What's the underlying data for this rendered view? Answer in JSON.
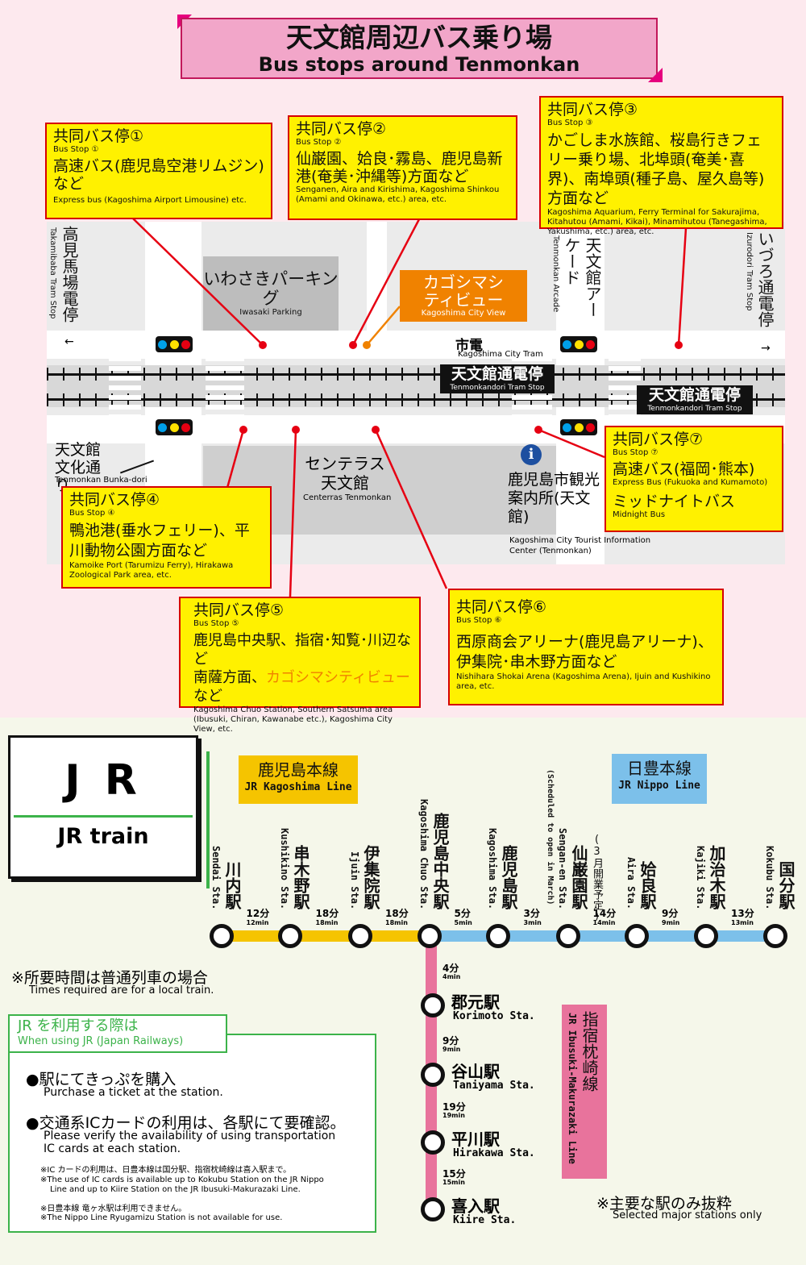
{
  "title": {
    "jp": "天文館周辺バス乗り場",
    "en": "Bus stops around Tenmonkan"
  },
  "bus_stops": [
    {
      "id": "1",
      "heading": "共同バス停①",
      "sub": "Bus Stop ①",
      "main": "高速バス(鹿児島空港リムジン)など",
      "en": "Express bus (Kagoshima Airport Limousine) etc."
    },
    {
      "id": "2",
      "heading": "共同バス停②",
      "sub": "Bus Stop ②",
      "main": "仙巌園、姶良･霧島、鹿児島新港(奄美･沖縄等)方面など",
      "en": "Senganen, Aira and Kirishima, Kagoshima Shinkou (Amami and Okinawa, etc.) area, etc."
    },
    {
      "id": "3",
      "heading": "共同バス停③",
      "sub": "Bus Stop ③",
      "main": "かごしま水族館、桜島行きフェリー乗り場、北埠頭(奄美･喜界)、南埠頭(種子島、屋久島等)方面など",
      "en": "Kagoshima Aquarium, Ferry Terminal for Sakurajima, Kitahutou (Amami, Kikai), Minamihutou (Tanegashima, Yakushima, etc.) area, etc."
    },
    {
      "id": "4",
      "heading": "共同バス停④",
      "sub": "Bus Stop ④",
      "main": "鴨池港(垂水フェリー)、平川動物公園方面など",
      "en": "Kamoike Port (Tarumizu Ferry), Hirakawa Zoological Park area, etc."
    },
    {
      "id": "5",
      "heading": "共同バス停⑤",
      "sub": "Bus Stop ⑤",
      "main_a": "鹿児島中央駅、指宿･知覧･川辺など",
      "main_b": "南薩方面、",
      "main_c": "カゴシマシティビュー",
      "main_d": "など",
      "en": "Kagoshima Chuo Station, Southern Satsuma area (Ibusuki, Chiran, Kawanabe etc.), Kagoshima City View, etc."
    },
    {
      "id": "6",
      "heading": "共同バス停⑥",
      "sub": "Bus Stop ⑥",
      "main": "西原商会アリーナ(鹿児島アリーナ)、伊集院･串木野方面など",
      "en": "Nishihara Shokai Arena (Kagoshima Arena), Ijuin and Kushikino area, etc."
    },
    {
      "id": "7",
      "heading": "共同バス停⑦",
      "sub": "Bus Stop ⑦",
      "main": "高速バス(福岡･熊本)",
      "en": "Express Bus (Fukuoka and Kumamoto)",
      "main2": "ミッドナイトバス",
      "en2": "Midnight Bus"
    }
  ],
  "map": {
    "iwasaki": {
      "jp": "いわさきパーキング",
      "en": "Iwasaki Parking"
    },
    "cityview": {
      "jp": "カゴシマシティビュー",
      "en": "Kagoshima City View"
    },
    "tram": {
      "jp": "市電",
      "en": "Kagoshima City Tram"
    },
    "tram_stop_north": {
      "jp": "天文館通電停",
      "en": "Tenmonkandori Tram Stop"
    },
    "tram_stop_south": {
      "jp": "天文館通電停",
      "en": "Tenmonkandori Tram Stop"
    },
    "takamibaba": {
      "jp": "高見馬場電停",
      "en": "Takamibaba Tram Stop",
      "arrow": "←"
    },
    "izuro": {
      "jp": "いづろ通電停",
      "en": "Izurodori Tram Stop",
      "arrow": "→"
    },
    "arcade": {
      "jp": "天文館アーケード",
      "en": "Tenmonkan Arcade"
    },
    "bunka": {
      "jp": "天文館文化通り",
      "en": "Tenmonkan Bunka-dori"
    },
    "centerras": {
      "jp": "センテラス天文館",
      "en": "Centerras Tenmonkan"
    },
    "info": {
      "icon": "i",
      "jp": "鹿児島市観光案内所(天文館)",
      "en": "Kagoshima City Tourist Information Center (Tenmonkan)"
    }
  },
  "jr": {
    "title": "J R",
    "subtitle": "JR train",
    "line_kagoshima": {
      "jp": "鹿児島本線",
      "en": "JR Kagoshima Line"
    },
    "line_nippo": {
      "jp": "日豊本線",
      "en": "JR Nippo Line"
    },
    "line_ibusuki": {
      "jp": "指宿枕崎線",
      "en": "JR Ibusuki-Makurazaki Line"
    },
    "main_stations": [
      {
        "jp": "川内駅",
        "en": "Sendai Sta."
      },
      {
        "jp": "串木野駅",
        "en": "Kushikino Sta."
      },
      {
        "jp": "伊集院駅",
        "en": "Ijuin Sta."
      },
      {
        "jp": "鹿児島中央駅",
        "en": "Kagoshima Chuo Sta."
      },
      {
        "jp": "鹿児島駅",
        "en": "Kagoshima Sta."
      },
      {
        "jp": "仙巌園駅",
        "en": "Sengan-en Sta.",
        "note_jp": "(3月開業予定)",
        "note_en": "(Scheduled to open in March)"
      },
      {
        "jp": "姶良駅",
        "en": "Aira Sta."
      },
      {
        "jp": "加治木駅",
        "en": "Kajiki Sta."
      },
      {
        "jp": "国分駅",
        "en": "Kokubu Sta."
      }
    ],
    "main_times": [
      {
        "jp": "12分",
        "en": "12min"
      },
      {
        "jp": "18分",
        "en": "18min"
      },
      {
        "jp": "18分",
        "en": "18min"
      },
      {
        "jp": "5分",
        "en": "5min"
      },
      {
        "jp": "3分",
        "en": "3min"
      },
      {
        "jp": "14分",
        "en": "14min"
      },
      {
        "jp": "9分",
        "en": "9min"
      },
      {
        "jp": "13分",
        "en": "13min"
      }
    ],
    "branch_stations": [
      {
        "jp": "郡元駅",
        "en": "Korimoto Sta."
      },
      {
        "jp": "谷山駅",
        "en": "Taniyama Sta."
      },
      {
        "jp": "平川駅",
        "en": "Hirakawa Sta."
      },
      {
        "jp": "喜入駅",
        "en": "Kiire Sta."
      }
    ],
    "branch_times": [
      {
        "jp": "4分",
        "en": "4min"
      },
      {
        "jp": "9分",
        "en": "9min"
      },
      {
        "jp": "19分",
        "en": "19min"
      },
      {
        "jp": "15分",
        "en": "15min"
      }
    ],
    "note_time": {
      "jp": "※所要時間は普通列車の場合",
      "en": "Times required are for a local train."
    },
    "note_major": {
      "jp": "※主要な駅のみ抜粋",
      "en": "Selected major stations only"
    },
    "info": {
      "title_jp": "JR を利用する際は",
      "title_en": "When using JR (Japan Railways)",
      "b1_jp": "●駅にてきっぷを購入",
      "b1_en": "Purchase a ticket at the station.",
      "b2_jp": "●交通系ICカードの利用は、各駅にて要確認。",
      "b2_en1": "Please verify the availability of using transportation",
      "b2_en2": "IC cards at each station.",
      "n1_jp": "※IC カードの利用は、日豊本線は国分駅、指宿枕崎線は喜入駅まで。",
      "n1_en1": "※The use of IC cards is available up to Kokubu Station on the JR Nippo",
      "n1_en2": "Line and up to Kiire Station on the JR Ibusuki-Makurazaki Line.",
      "n2_jp": "※日豊本線 竜ヶ水駅は利用できません。",
      "n2_en": "※The Nippo Line Ryugamizu Station is not available for use."
    }
  },
  "colors": {
    "kagoshima_line": "#f5c400",
    "nippo_line": "#7cc0ea",
    "ibusuki_line": "#e8739c",
    "stop_red": "#e60012",
    "orange": "#f08200",
    "pink": "#f2a6c9"
  }
}
